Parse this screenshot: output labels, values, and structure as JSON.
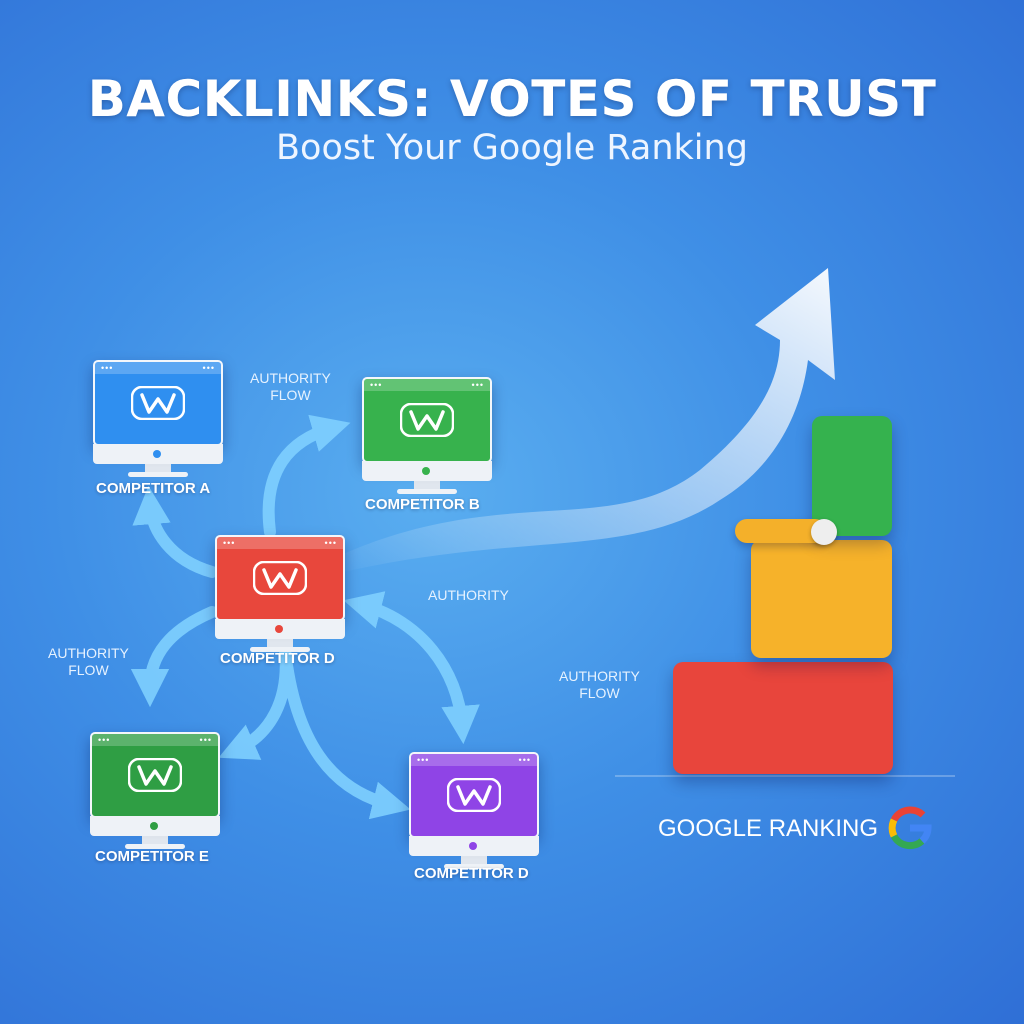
{
  "header": {
    "title": "BACKLINKS: VOTES OF TRUST",
    "subtitle": "Boost Your Google Ranking"
  },
  "monitors": [
    {
      "id": "a",
      "label": "COMPETITOR A",
      "color": "#2f8ff0",
      "led": "#2f8ff0",
      "logo_letter": "W"
    },
    {
      "id": "b",
      "label": "COMPETITOR B",
      "color": "#37b24d",
      "led": "#37b24d",
      "logo_letter": "W"
    },
    {
      "id": "center",
      "label": "COMPETITOR D",
      "color": "#e8473c",
      "led": "#e8473c",
      "logo_letter": "W"
    },
    {
      "id": "e",
      "label": "COMPETITOR E",
      "color": "#2f9e44",
      "led": "#2f9e44",
      "logo_letter": "W"
    },
    {
      "id": "d2",
      "label": "COMPETITOR D",
      "color": "#8f44e6",
      "led": "#8f44e6",
      "logo_letter": "W"
    }
  ],
  "flow_labels": {
    "top": {
      "line1": "AUTHORITY",
      "line2": "FLOW"
    },
    "middle": {
      "line1": "AUTHORITY"
    },
    "left": {
      "line1": "AUTHORITY",
      "line2": "FLOW"
    },
    "right": {
      "line1": "AUTHORITY",
      "line2": "FLOW"
    }
  },
  "ranking": {
    "label": "GOOGLE RANKING",
    "icon": "google-g-icon",
    "blocks": [
      {
        "name": "red",
        "color": "#e8453c"
      },
      {
        "name": "yellow",
        "color": "#f6b22a"
      },
      {
        "name": "green",
        "color": "#35b24e"
      }
    ]
  },
  "colors": {
    "accent_arrow": "#7fd0ff",
    "background": "#3f8fe6"
  }
}
